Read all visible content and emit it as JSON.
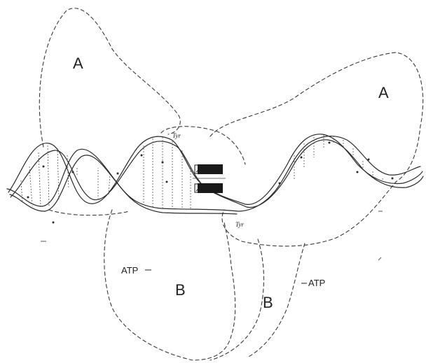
{
  "labels": {
    "domain_a_upper": "A",
    "domain_a_right": "A",
    "domain_b_center": "B",
    "domain_b_right": "B",
    "atp_left": "ATP",
    "atp_right": "ATP",
    "tyr_upper": "Tyr",
    "tyr_lower": "Tyr"
  },
  "colors": {
    "ink": "#2a2a2a",
    "background": "#ffffff",
    "fill_dark": "#1a1a1a"
  }
}
